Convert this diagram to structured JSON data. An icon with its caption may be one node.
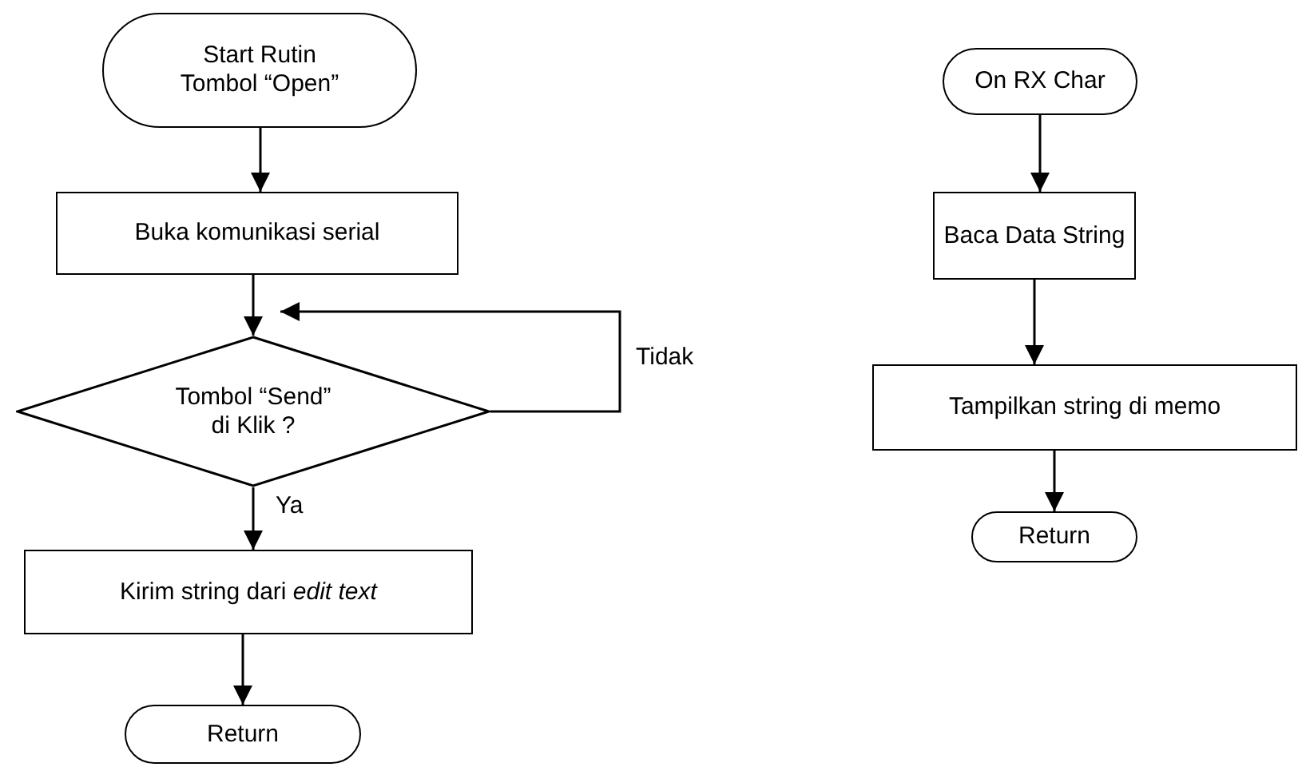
{
  "diagram": {
    "nodes": [
      {
        "text": [
          "Start Rutin Tombol “Open”"
        ]
      },
      {
        "text": [
          "Buka komunikasi serial"
        ]
      },
      {
        "text": [
          "Tombol “Send” di Klik ?"
        ]
      },
      {
        "text": [
          "Kirim string dari *edit text*"
        ]
      },
      {
        "text": [
          "Return"
        ]
      },
      {
        "text": [
          "On RX Char"
        ]
      },
      {
        "text": [
          "Baca Data String"
        ]
      },
      {
        "text": [
          "Tampilkan string di memo"
        ]
      },
      {
        "text": [
          "Return"
        ]
      }
    ],
    "edges": [
      {
        "from": 0,
        "to": 1,
        "arrow": "to"
      },
      {
        "from": 1,
        "to": 2,
        "arrow": "to"
      },
      {
        "from": 2,
        "to": 2,
        "arrow": "to",
        "label": "Tidak"
      },
      {
        "from": 2,
        "to": 3,
        "arrow": "to",
        "label": "Ya"
      },
      {
        "from": 3,
        "to": 4,
        "arrow": "to"
      },
      {
        "from": 5,
        "to": 6,
        "arrow": "to"
      },
      {
        "from": 6,
        "to": 7,
        "arrow": "to"
      },
      {
        "from": 7,
        "to": 8,
        "arrow": "to"
      }
    ]
  }
}
